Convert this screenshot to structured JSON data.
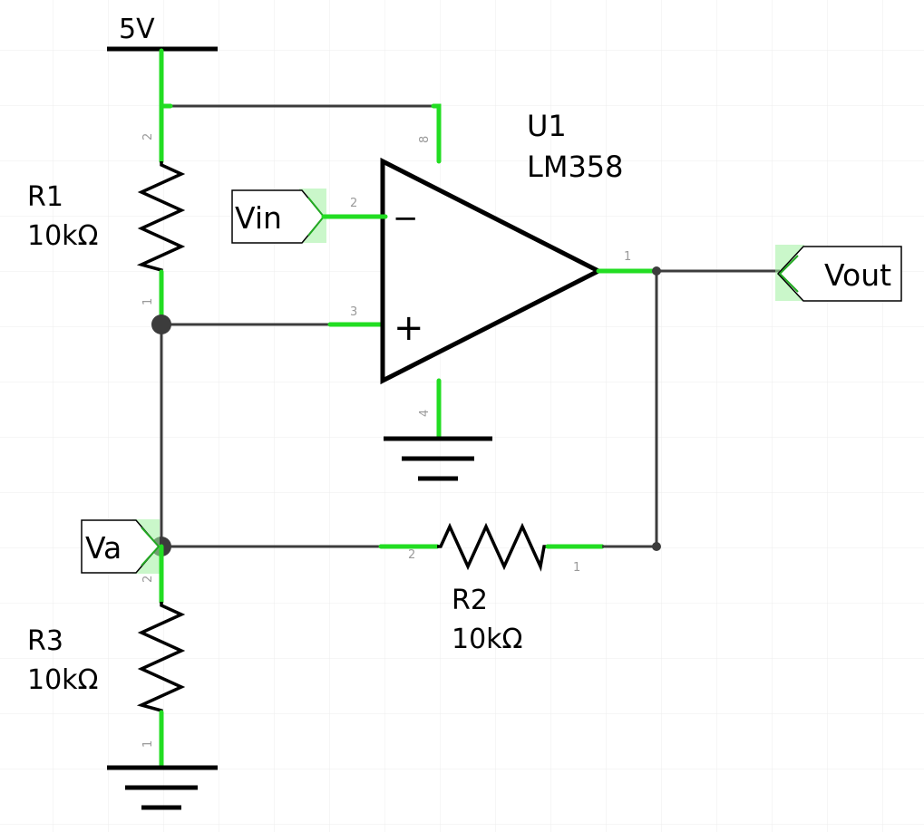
{
  "supply": {
    "label": "5V"
  },
  "opamp": {
    "ref": "U1",
    "part": "LM358",
    "minus_sign": "−",
    "plus_sign": "+",
    "pins": {
      "inv": "2",
      "noninv": "3",
      "out": "1",
      "vcc": "8",
      "gnd": "4"
    }
  },
  "resistors": {
    "r1": {
      "ref": "R1",
      "value": "10kΩ",
      "pin_top": "2",
      "pin_bottom": "1"
    },
    "r2": {
      "ref": "R2",
      "value": "10kΩ",
      "pin_left": "2",
      "pin_right": "1"
    },
    "r3": {
      "ref": "R3",
      "value": "10kΩ",
      "pin_top": "2",
      "pin_bottom": "1"
    }
  },
  "ports": {
    "vin": "Vin",
    "vout": "Vout",
    "va": "Va"
  },
  "colors": {
    "wire": "#3c3c3c",
    "connected_pin": "#22dd22",
    "grid": "#ececec"
  }
}
